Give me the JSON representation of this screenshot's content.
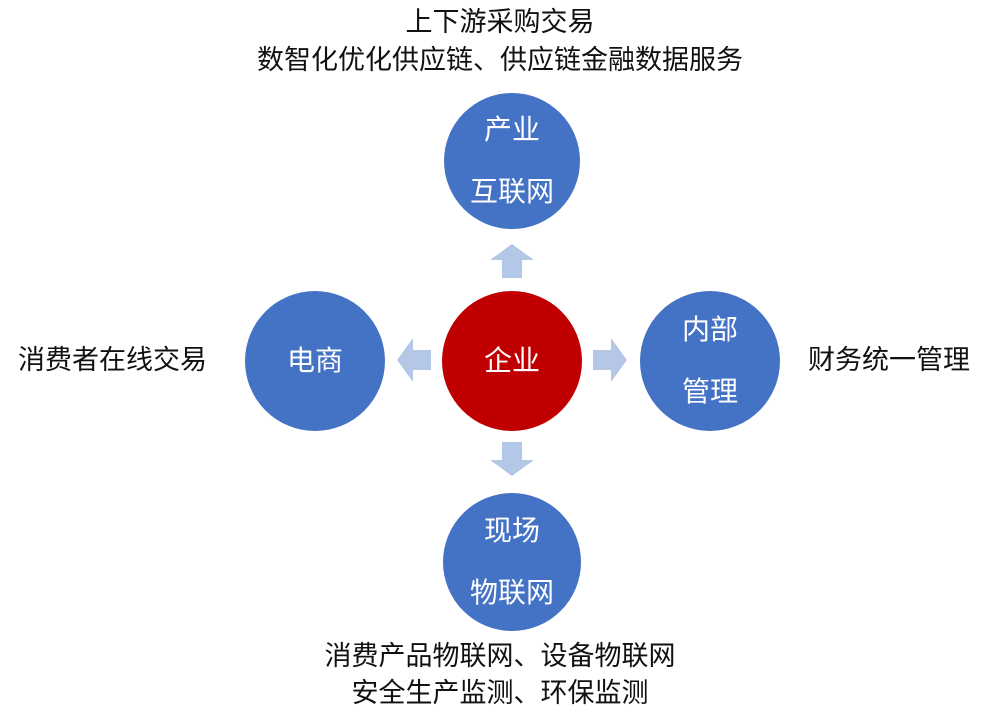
{
  "center": {
    "label": "企业",
    "color": "#c00000"
  },
  "nodes": {
    "top": {
      "line1": "产业",
      "line2": "互联网",
      "color": "#4472c4"
    },
    "left": {
      "label": "电商",
      "color": "#4472c4"
    },
    "right": {
      "line1": "内部",
      "line2": "管理",
      "color": "#4472c4"
    },
    "bottom": {
      "line1": "现场",
      "line2": "物联网",
      "color": "#4472c4"
    }
  },
  "captions": {
    "top": {
      "line1": "上下游采购交易",
      "line2": "数智化优化供应链、供应链金融数据服务"
    },
    "left": "消费者在线交易",
    "right": "财务统一管理",
    "bottom": {
      "line1": "消费产品物联网、设备物联网",
      "line2": "安全生产监测、环保监测"
    }
  },
  "arrow_color": "#b4c7e7"
}
